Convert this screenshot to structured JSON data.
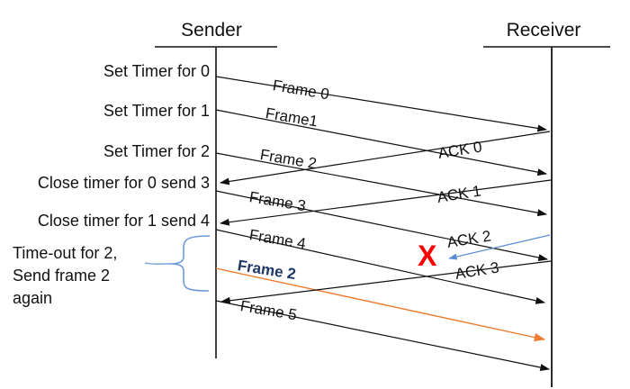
{
  "participants": {
    "sender": "Sender",
    "receiver": "Receiver"
  },
  "sender_events": [
    "Set Timer for 0",
    "Set Timer for 1",
    "Set Timer for 2",
    "Close timer for 0 send 3",
    "Close timer for 1 send 4"
  ],
  "timeout_note": [
    "Time-out for 2,",
    "Send frame 2",
    "again"
  ],
  "frames": {
    "f0": "Frame 0",
    "f1": "Frame1",
    "f2": "Frame 2",
    "f3": "Frame 3",
    "f4": "Frame 4",
    "f2_retx": "Frame 2",
    "f5": "Frame 5"
  },
  "acks": {
    "a0": "ACK 0",
    "a1": "ACK 1",
    "a2": "ACK 2",
    "a3": "ACK 3"
  },
  "lost_marker": "X",
  "colors": {
    "line_black": "#000000",
    "retransmission_orange": "#ED7D31",
    "lost_x_red": "#FF0000",
    "annotation_blue": "#4472C4",
    "retx_label_navy": "#1F3864"
  }
}
